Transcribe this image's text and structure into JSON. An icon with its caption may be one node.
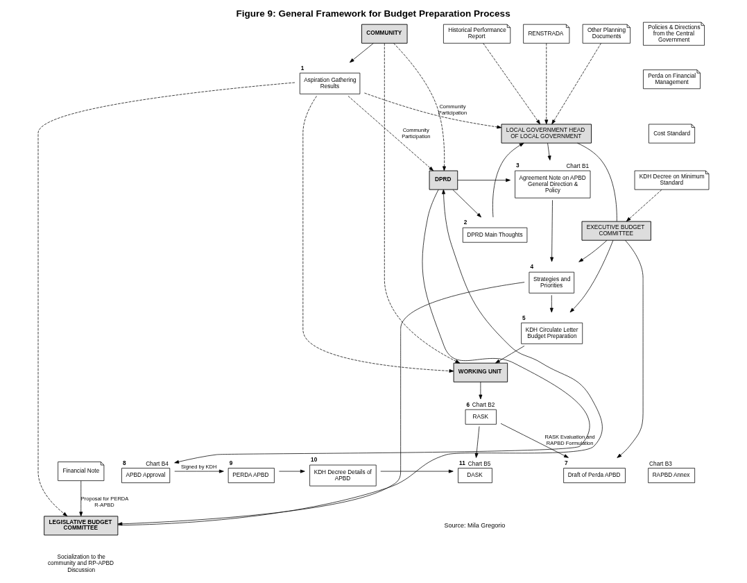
{
  "diagram": {
    "title": "Figure 9: General Framework for Budget Preparation Process",
    "caption": "Source: Mila Gregorio",
    "nodes": [
      {
        "text": [
          "Historical Performance Report"
        ]
      },
      {
        "text": [
          "Policies & Directions from the Central Government"
        ]
      },
      {
        "text": [
          "RENSTRADA"
        ]
      },
      {
        "text": [
          "Other Planning Documents"
        ]
      },
      {
        "text": [
          "COMMUNITY"
        ]
      },
      {
        "text": [
          "Aspiration Gathering Results"
        ],
        "beside": [
          "1"
        ]
      },
      {
        "text": [
          "DPRD Main Thoughts"
        ],
        "beside": [
          "2"
        ]
      },
      {
        "text": [
          "DPRD"
        ]
      },
      {
        "text": [
          "Perda on Financial Management"
        ]
      },
      {
        "text": [
          "Cost Standard"
        ]
      },
      {
        "text": [
          "KDH Decree on Minimum Standard"
        ]
      },
      {
        "text": [
          "LOCAL GOVERNMENT HEAD OF LOCAL GOVERNMENT"
        ]
      },
      {
        "text": [
          "Agreement Note on APBD General Direction & Policy"
        ],
        "beside": [
          "3",
          "Chart B1"
        ]
      },
      {
        "text": [
          "EXECUTIVE BUDGET COMMITTEE"
        ]
      },
      {
        "text": [
          "Strategies and Priorities"
        ],
        "beside": [
          "4"
        ]
      },
      {
        "text": [
          "LEGISLATIVE BUDGET COMMITTEE"
        ]
      },
      {
        "text": [
          "WORKING UNIT"
        ]
      },
      {
        "text": [
          "KDH Circulate Letter Budget Preparation"
        ],
        "beside": [
          "5"
        ]
      },
      {
        "text": [
          "RASK"
        ],
        "beside": [
          "6",
          "Chart B2"
        ]
      },
      {
        "text": [
          "Draft of Perda APBD"
        ],
        "beside": [
          "7"
        ]
      },
      {
        "text": [
          "RAPBD Annex"
        ],
        "beside": [
          "Chart B3"
        ]
      },
      {
        "text": [
          "Financial Note"
        ]
      },
      {
        "text": [
          "DASK"
        ],
        "beside": [
          "11",
          "Chart B5"
        ]
      },
      {
        "text": [
          "KDH Decree Details of APBD"
        ],
        "beside": [
          "10"
        ]
      },
      {
        "text": [
          "PERDA APBD"
        ],
        "beside": [
          "9"
        ]
      },
      {
        "text": [
          "APBD Approval"
        ],
        "beside": [
          "8",
          "Chart B4"
        ]
      }
    ],
    "edges": [
      {
        "from": 0,
        "to": 11,
        "arrow": "to",
        "style": "dashed"
      },
      {
        "from": 2,
        "to": 11,
        "arrow": "to",
        "style": "dashed"
      },
      {
        "from": 3,
        "to": 11,
        "arrow": "to",
        "style": "dashed"
      },
      {
        "from": 4,
        "to": 5,
        "arrow": "to"
      },
      {
        "from": 4,
        "to": 16,
        "arrow": "to",
        "style": "dashed"
      },
      {
        "from": 4,
        "to": 7,
        "arrow": "to",
        "style": "dashed"
      },
      {
        "from": 5,
        "to": 11,
        "arrow": "to",
        "style": "dashed",
        "label": "Community Participation"
      },
      {
        "from": 5,
        "to": 16,
        "arrow": "to",
        "style": "dashed"
      },
      {
        "from": 5,
        "to": 7,
        "arrow": "to",
        "style": "dashed",
        "label": "Community Participation"
      },
      {
        "from": 5,
        "to": 15,
        "arrow": "to",
        "style": "dashed"
      },
      {
        "from": 7,
        "to": 6,
        "arrow": "to"
      },
      {
        "from": 6,
        "to": 11,
        "arrow": "to"
      },
      {
        "from": 7,
        "to": 12,
        "arrow": "to"
      },
      {
        "from": 11,
        "to": 12,
        "arrow": "to"
      },
      {
        "from": 11,
        "to": 13,
        "arrow": "none"
      },
      {
        "from": 10,
        "to": 13,
        "arrow": "to",
        "style": "dashed"
      },
      {
        "from": 12,
        "to": 14,
        "arrow": "to"
      },
      {
        "from": 13,
        "to": 14,
        "arrow": "to"
      },
      {
        "from": 14,
        "to": 15,
        "arrow": "to"
      },
      {
        "from": 15,
        "to": 7,
        "arrow": "to"
      },
      {
        "from": 13,
        "to": 17,
        "arrow": "to"
      },
      {
        "from": 14,
        "to": 17,
        "arrow": "to"
      },
      {
        "from": 17,
        "to": 16,
        "arrow": "to"
      },
      {
        "from": 13,
        "to": 19,
        "arrow": "to"
      },
      {
        "from": 16,
        "to": 18,
        "arrow": "to"
      },
      {
        "from": 18,
        "to": 19,
        "arrow": "to",
        "label": "RASK Evaluation and RAPBD Formulation"
      },
      {
        "from": 21,
        "to": 15,
        "arrow": "to",
        "label": "Proposal for PERDA R-APBD"
      },
      {
        "from": 18,
        "to": 22,
        "arrow": "to"
      },
      {
        "from": 7,
        "to": 25,
        "arrow": "to"
      },
      {
        "from": 25,
        "to": 24,
        "arrow": "to",
        "label": "Signed by KDH"
      },
      {
        "from": 24,
        "to": 23,
        "arrow": "to"
      },
      {
        "from": 23,
        "to": 22,
        "arrow": "to"
      }
    ],
    "labels": [
      "Socialization to the community and RP-APBD Discussion"
    ]
  }
}
